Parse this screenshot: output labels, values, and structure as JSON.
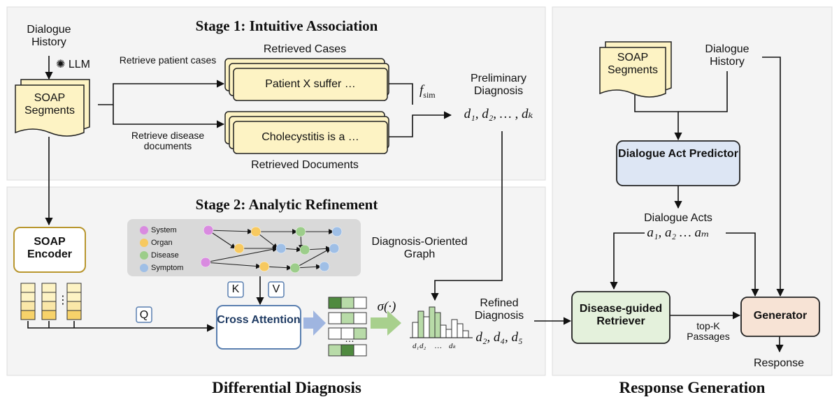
{
  "diagram": {
    "stage1_title": "Stage 1: Intuitive Association",
    "stage2_title": "Stage 2: Analytic Refinement",
    "left_caption": "Differential Diagnosis",
    "right_caption": "Response Generation",
    "dialogue_history_1": "Dialogue History",
    "llm_label": "LLM",
    "soap_segments_line1": "SOAP",
    "soap_segments_line2": "Segments",
    "retrieve_patient_cases": "Retrieve patient cases",
    "retrieve_disease_documents": "Retrieve disease documents",
    "retrieved_cases_label": "Retrieved Cases",
    "retrieved_documents_label": "Retrieved Documents",
    "case_text": "Patient X suffer …",
    "document_text": "Cholecystitis is a …",
    "fsim": "f",
    "fsim_sub": "sim",
    "preliminary_diagnosis": "Preliminary Diagnosis",
    "preliminary_math": "d₁, d₂, … , dₖ",
    "soap_encoder": "SOAP Encoder",
    "q_label": "Q",
    "k_label": "K",
    "v_label": "V",
    "cross_attention": "Cross Attention",
    "sigma": "σ(·)",
    "graph_label": "Diagnosis-Oriented Graph",
    "legend": [
      {
        "name": "System",
        "color": "#d98be0"
      },
      {
        "name": "Organ",
        "color": "#f7c960"
      },
      {
        "name": "Disease",
        "color": "#9ccd8a"
      },
      {
        "name": "Symptom",
        "color": "#9fbfe6"
      }
    ],
    "vdots": "⋮",
    "hdots": "…",
    "histogram_axis": [
      "d₁",
      "d₂",
      "…",
      "dₖ"
    ],
    "refined_diagnosis": "Refined Diagnosis",
    "refined_math": "d₂, d₄, d₅",
    "soap_segments_2_line1": "SOAP",
    "soap_segments_2_line2": "Segments",
    "dialogue_history_2": "Dialogue History",
    "dialogue_act_predictor": "Dialogue Act Predictor",
    "dialogue_acts": "Dialogue Acts",
    "dialogue_acts_math": "a₁, a₂ … aₘ",
    "disease_guided_retriever": "Disease-guided Retriever",
    "generator": "Generator",
    "topk": "top-K Passages",
    "response": "Response"
  },
  "colors": {
    "panel_bg": "#f4f4f4",
    "doc_fill": "#fdf3c4",
    "doc_stroke": "#222222",
    "encoder_stroke": "#b8962e",
    "cross_attn_stroke": "#5a7fb0",
    "predictor_fill": "#dde6f4",
    "retriever_fill": "#e4f1dc",
    "generator_fill": "#f7e3d5",
    "green_dark": "#4f8a3f",
    "green_light": "#b8dba8",
    "blue_arrow": "#9fb5e0",
    "green_arrow": "#a8d08d",
    "graph_bg": "#d9d9d9",
    "cell_yellow": "#f7d26a"
  }
}
